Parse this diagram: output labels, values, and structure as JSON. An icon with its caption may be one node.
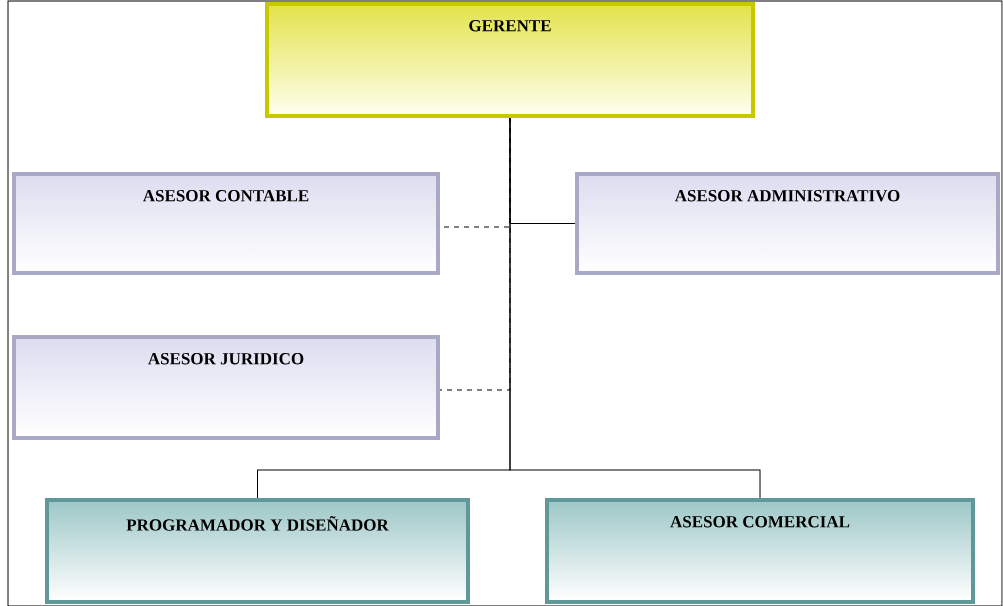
{
  "diagram": {
    "nodes": [
      {
        "text": [
          "GERENTE"
        ]
      },
      {
        "text": [
          "ASESOR CONTABLE"
        ]
      },
      {
        "text": [
          "ASESOR ADMINISTRATIVO"
        ]
      },
      {
        "text": [
          "ASESOR JURIDICO"
        ]
      },
      {
        "text": [
          "PROGRAMADOR Y DISEÑADOR"
        ]
      },
      {
        "text": [
          "ASESOR COMERCIAL"
        ]
      }
    ],
    "edges": [
      {
        "from": 0,
        "to": 1,
        "arrow": "none",
        "style": "dashed"
      },
      {
        "from": 0,
        "to": 2,
        "arrow": "none"
      },
      {
        "from": 0,
        "to": 3,
        "arrow": "none",
        "style": "dashed"
      },
      {
        "from": 0,
        "to": 4,
        "arrow": "none"
      },
      {
        "from": 0,
        "to": 5,
        "arrow": "none"
      }
    ]
  }
}
